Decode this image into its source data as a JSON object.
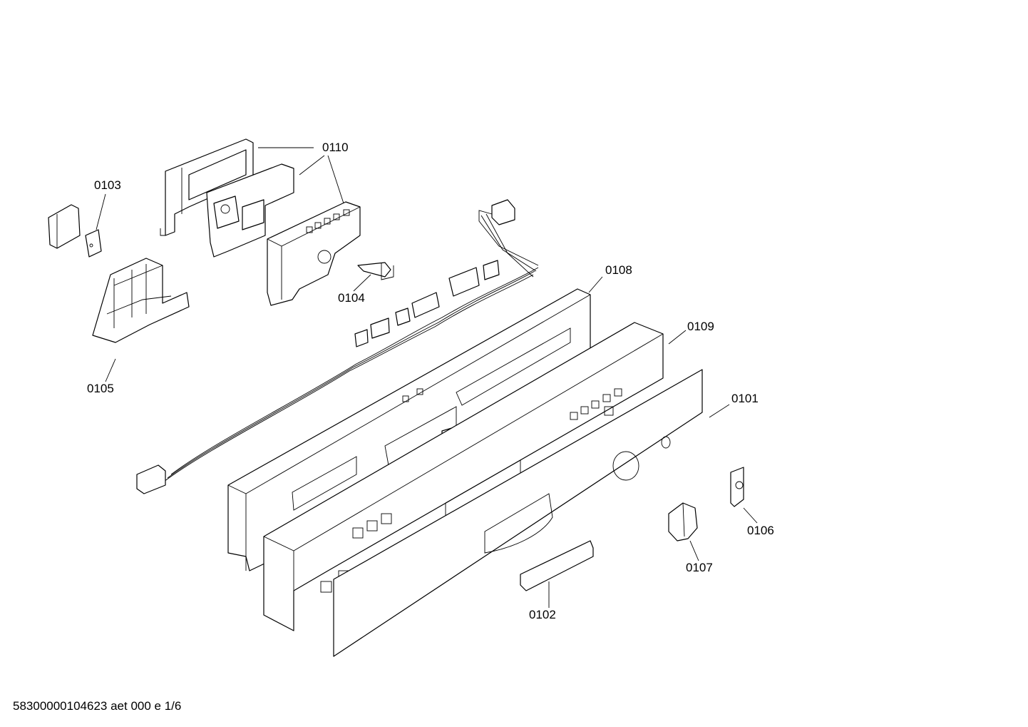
{
  "callouts": {
    "p0101": "0101",
    "p0102": "0102",
    "p0103": "0103",
    "p0104": "0104",
    "p0105": "0105",
    "p0106": "0106",
    "p0107": "0107",
    "p0108": "0108",
    "p0109": "0109",
    "p0110": "0110"
  },
  "footer": {
    "document_id": "58300000104623 aet 000 e 1/6"
  }
}
